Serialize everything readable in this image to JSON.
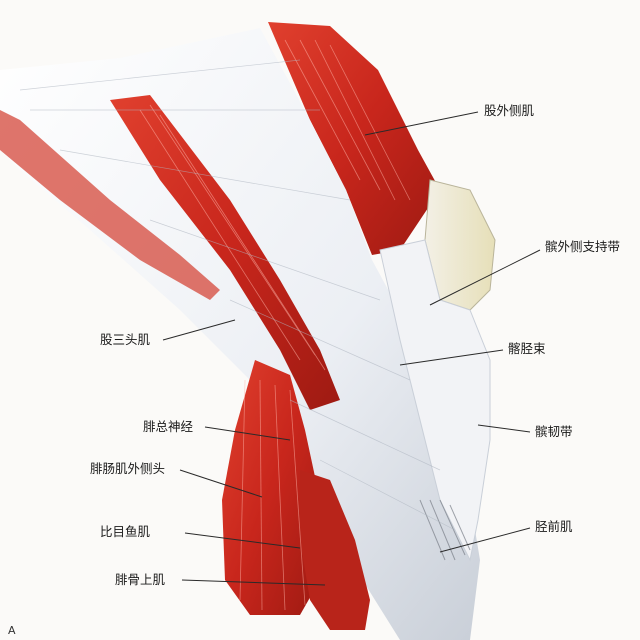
{
  "labels": {
    "vastus_lateralis": "股外侧肌",
    "lateral_patellar_retinaculum": "髌外侧支持带",
    "biceps_femoris": "股三头肌",
    "iliotibial_tract": "髂胫束",
    "patellar_ligament": "髌韧带",
    "common_peroneal_nerve": "腓总神经",
    "gastrocnemius_lateral_head": "腓肠肌外侧头",
    "soleus": "比目鱼肌",
    "peroneus_longus": "腓骨上肌",
    "tibialis_anterior": "胫前肌"
  },
  "figure_letter": "A",
  "colors": {
    "muscle_red": "#c8261c",
    "muscle_dark": "#9e1a12",
    "tendon_white": "#eef0f4",
    "tendon_shadow": "#c9cfd8",
    "leader": "#2a2a2a"
  }
}
